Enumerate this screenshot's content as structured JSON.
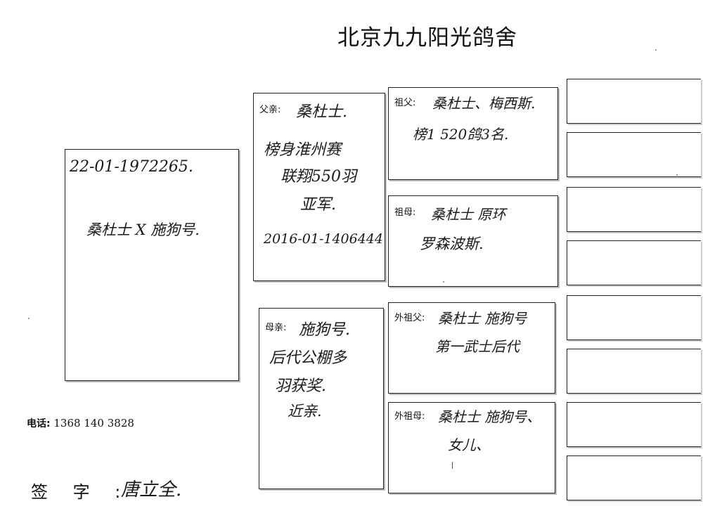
{
  "header": {
    "title": "北京九九阳光鸽舍"
  },
  "subject": {
    "ring": "22-01-1972265.",
    "description": "桑杜士 X 施狗号."
  },
  "father": {
    "label": "父亲:",
    "line1": "桑杜士.",
    "line2": "榜身淮州赛",
    "line3": "联翔550羽",
    "line4": "亚军.",
    "ring": "2016-01-1406444"
  },
  "mother": {
    "label": "母亲:",
    "line1": "施狗号.",
    "line2": "后代公棚多",
    "line3": "羽获奖.",
    "line4": "近亲."
  },
  "grandfather": {
    "label": "祖父:",
    "line1": "桑杜士、梅西斯.",
    "line2": "榜1 520鸽3名."
  },
  "grandmother": {
    "label": "祖母:",
    "line1": "桑杜士 原环",
    "line2": "罗森波斯."
  },
  "maternal_grandfather": {
    "label": "外祖父:",
    "line1": "桑杜士 施狗号",
    "line2": "第一武士后代"
  },
  "maternal_grandmother": {
    "label": "外祖母:",
    "line1": "桑杜士 施狗号、",
    "line2": "女儿、"
  },
  "contact": {
    "phone_label": "电话:",
    "phone": "1368 140 3828"
  },
  "signature": {
    "label": "签 字 :",
    "name": "唐立全."
  }
}
